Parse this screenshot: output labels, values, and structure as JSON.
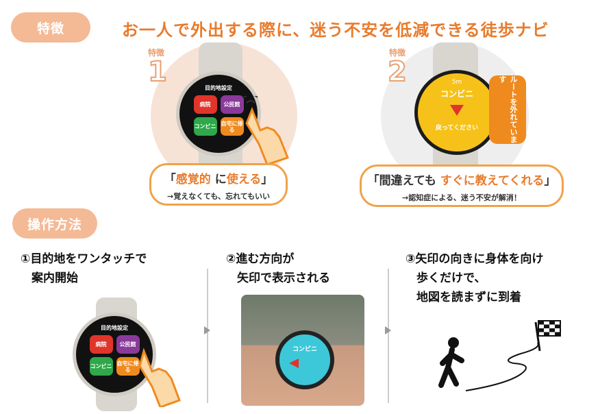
{
  "header": {
    "badge": "特徴",
    "headline": "お一人で外出する際に、迷う不安を低減できる徒歩ナビ"
  },
  "feature1": {
    "label": "特徴",
    "number": "1",
    "watch_title": "目的地設定",
    "tiles": [
      "病院",
      "公民館",
      "コンビニ",
      "自宅に帰る"
    ],
    "callout_prefix": "「",
    "callout_hi1": "感覚的",
    "callout_mid": " に",
    "callout_hi2": "使える",
    "callout_suffix": "」",
    "callout_sub": "→覚えなくても、忘れてもいい"
  },
  "feature2": {
    "label": "特徴",
    "number": "2",
    "watch_distance": "5m",
    "watch_place": "コンビニ",
    "watch_back": "戻ってください",
    "warning": "ルートを外れています",
    "callout_prefix": "「",
    "callout_hi1": "間違えても",
    "callout_mid": " ",
    "callout_hi2": "すぐに教えてくれる",
    "callout_suffix": "」",
    "callout_sub": "→認知症による、迷う不安が解消！"
  },
  "operation": {
    "badge": "操作方法",
    "step1_line1": "①目的地をワンタッチで",
    "step1_line2": "案内開始",
    "step2_line1": "②進む方向が",
    "step2_line2": "矢印で表示される",
    "step3_line1": "③矢印の向きに身体を向け",
    "step3_line2": "歩くだけで、",
    "step3_line3": "地図を読まずに到着",
    "step1_watch_title": "目的地設定",
    "step1_tiles": [
      "病院",
      "公民館",
      "コンビニ",
      "自宅に帰る"
    ],
    "step2_watch_place": "コンビニ"
  },
  "colors": {
    "accent": "#e87b2c",
    "badge": "#f4b995",
    "tile_red": "#e0352b",
    "tile_purple": "#8a3a9a",
    "tile_green": "#2ea84a",
    "tile_orange": "#ef8a1e",
    "warn_yellow": "#f6c21a",
    "screen_cyan": "#3cc8d8"
  }
}
